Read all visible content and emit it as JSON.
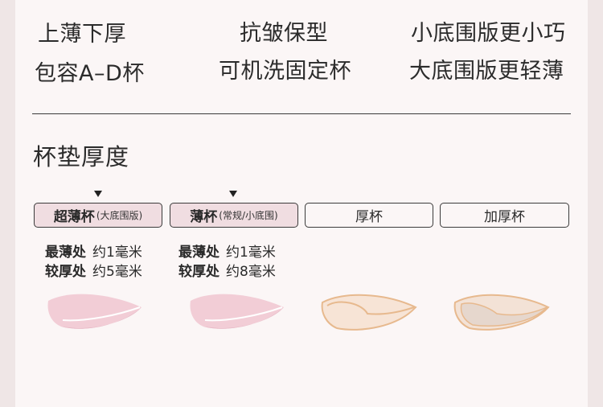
{
  "features": [
    [
      "上薄下厚",
      "包容A–D杯"
    ],
    [
      "抗皱保型",
      "可机洗固定杯"
    ],
    [
      "小底围版更小巧",
      "大底围版更轻薄"
    ]
  ],
  "section_title": "杯垫厚度",
  "tabs": [
    {
      "main": "超薄杯",
      "sub": "(大底围版)",
      "active": true,
      "marked": true
    },
    {
      "main": "薄杯",
      "sub": "(常规/小底围)",
      "active": true,
      "marked": true
    },
    {
      "main": "厚杯",
      "sub": "",
      "active": false,
      "marked": false
    },
    {
      "main": "加厚杯",
      "sub": "",
      "active": false,
      "marked": false
    }
  ],
  "specs": [
    {
      "thin_label": "最薄处",
      "thin_value": "约1毫米",
      "thick_label": "较厚处",
      "thick_value": "约5毫米"
    },
    {
      "thin_label": "最薄处",
      "thin_value": "约1毫米",
      "thick_label": "较厚处",
      "thick_value": "约8毫米"
    }
  ],
  "colors": {
    "pink_fill": "#f2cdd6",
    "pink_shadow": "#e8b9c6",
    "beige_fill": "#f7e4d6",
    "beige_stroke": "#e7b98e",
    "tab_active_bg": "#f0dde1"
  }
}
